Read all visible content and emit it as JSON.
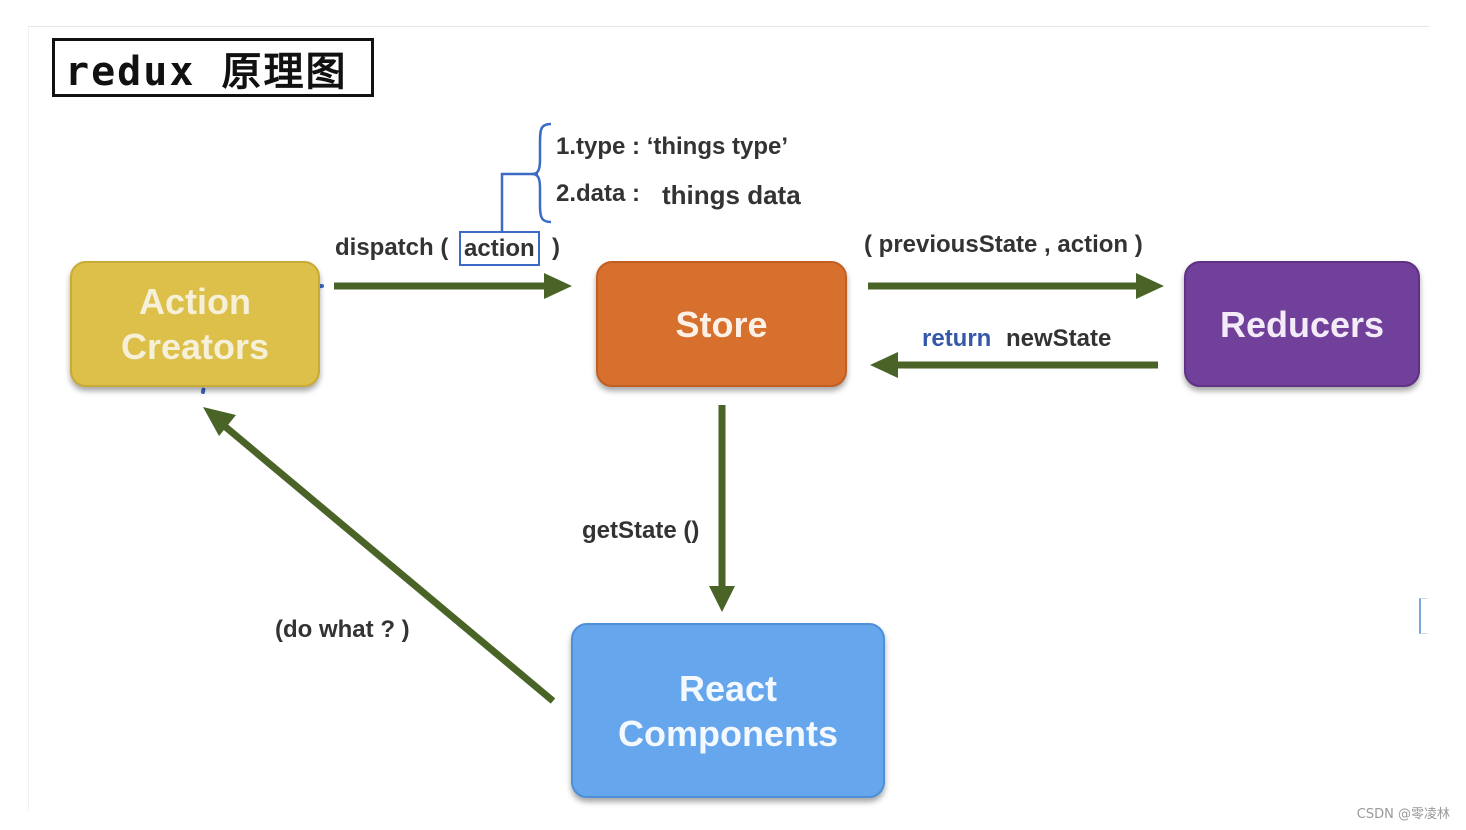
{
  "title": "redux 原理图",
  "nodes": {
    "action_creators": "Action\nCreators",
    "store": "Store",
    "reducers": "Reducers",
    "react_components": "React\nComponents"
  },
  "labels": {
    "dispatch": "dispatch (",
    "dispatch_action": "action",
    "dispatch_close": ")",
    "action_type": "1.type : ‘things type’",
    "action_data_key": "2.data :",
    "action_data_value": "things data",
    "previous_state": "( previousState , action )",
    "return_word": "return",
    "new_state": "newState",
    "get_state": "getState ()",
    "do_what": "(do what ? )"
  },
  "colors": {
    "action_creators": "#dcc04a",
    "store": "#d76f2d",
    "reducers": "#71409a",
    "react_components": "#66a6ec",
    "arrow": "#4a6428",
    "brace": "#3b6bc4",
    "return_text": "#3559a8"
  },
  "watermark": "CSDN @零凌林"
}
